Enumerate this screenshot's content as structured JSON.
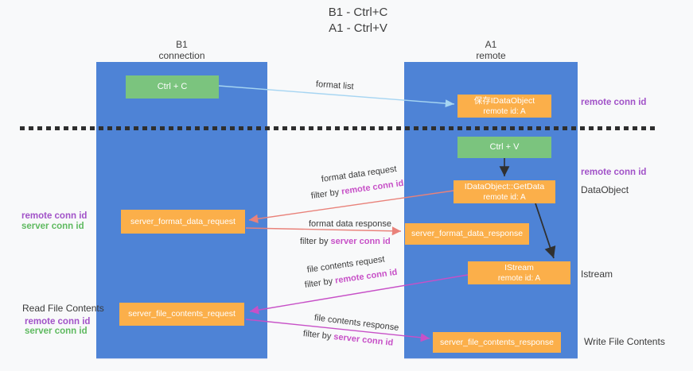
{
  "title": {
    "line1": "B1 - Ctrl+C",
    "line2": "A1 - Ctrl+V"
  },
  "columns": {
    "left": {
      "name": "B1",
      "role": "connection"
    },
    "right": {
      "name": "A1",
      "role": "remote"
    }
  },
  "nodes": {
    "ctrl_c": {
      "label": "Ctrl + C"
    },
    "save_idataobject": {
      "line1": "保存IDataObject",
      "line2": "remote id: A"
    },
    "ctrl_v": {
      "label": "Ctrl + V"
    },
    "idataobject_getdata": {
      "line1": "IDataObject::GetData",
      "line2": "remote id: A"
    },
    "server_format_data_request": {
      "label": "server_format_data_request"
    },
    "server_format_data_response": {
      "label": "server_format_data_response"
    },
    "istream": {
      "line1": "IStream",
      "line2": "remote id: A"
    },
    "server_file_contents_request": {
      "label": "server_file_contents_request"
    },
    "server_file_contents_response": {
      "label": "server_file_contents_response"
    }
  },
  "edge_labels": {
    "format_list": "format list",
    "format_data_request": "format data request",
    "format_data_response": "format data response",
    "file_contents_request": "file contents request",
    "file_contents_response": "file contents response",
    "filter_by": "filter by",
    "remote_conn_id": "remote conn id",
    "server_conn_id": "server conn id"
  },
  "side_labels": {
    "remote_conn_id": "remote conn id",
    "server_conn_id": "server conn id",
    "dataobject": "DataObject",
    "istream": "Istream",
    "read_file_contents": "Read File Contents",
    "write_file_contents": "Write File Contents"
  },
  "colors": {
    "column_blue": "#4e83d6",
    "node_green": "#7bc47e",
    "node_orange": "#fbaf4a",
    "arrow_black": "#303030",
    "arrow_light_blue": "#a6d5f2",
    "arrow_salmon": "#e9827a",
    "arrow_magenta": "#c750c7",
    "label_purple": "#a152c8",
    "label_green": "#5fba60"
  }
}
